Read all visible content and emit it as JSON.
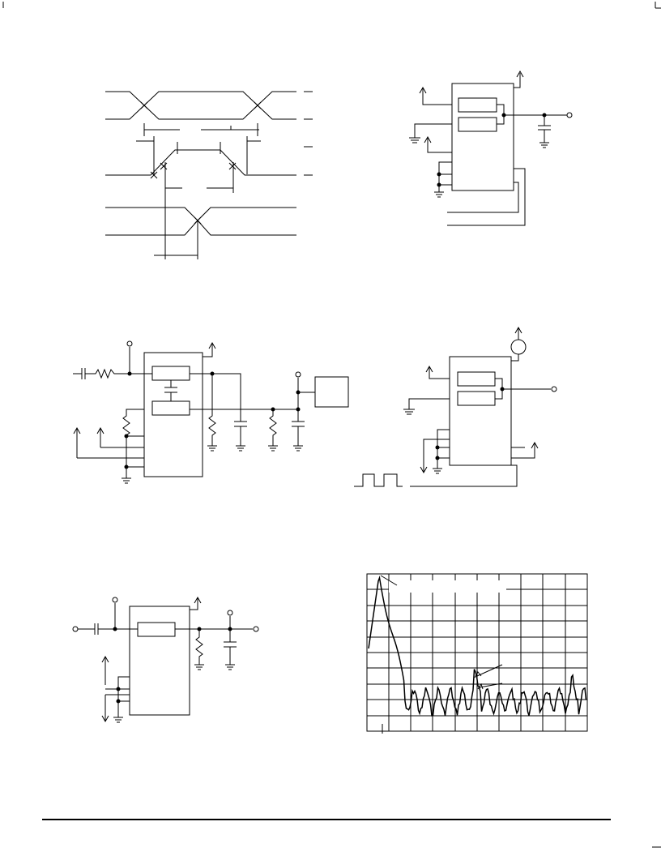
{
  "page": {
    "figures": [
      {
        "name": "timing-diagram"
      },
      {
        "name": "schematic-top-right"
      },
      {
        "name": "schematic-middle-left"
      },
      {
        "name": "schematic-middle-right"
      },
      {
        "name": "schematic-bottom-left"
      },
      {
        "name": "spectrum-plot"
      }
    ]
  }
}
